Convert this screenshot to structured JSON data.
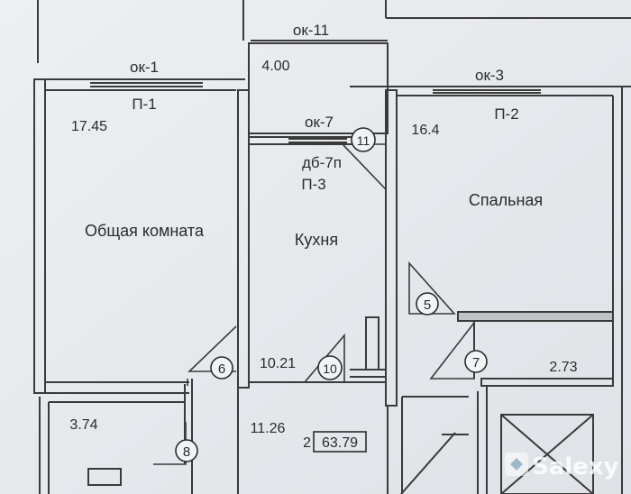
{
  "labels": {
    "window_1": "ок-1",
    "window_11": "ок-11",
    "window_3": "ок-3",
    "window_7": "ок-7",
    "beam_1": "П-1",
    "beam_2": "П-2",
    "beam_3": "П-3",
    "balcony_door": "дб-7п"
  },
  "rooms": {
    "living": {
      "name": "Общая комната",
      "area": "17.45"
    },
    "bedroom": {
      "name": "Спальная",
      "area": "16.4"
    },
    "kitchen": {
      "name": "Кухня",
      "area": "10.21"
    },
    "loggia": {
      "area": "4.00"
    },
    "hall": {
      "area": "11.26"
    },
    "storage": {
      "area": "3.74"
    },
    "bathroom": {
      "area": "2.73"
    }
  },
  "apartment": {
    "rooms": "2",
    "total_area": "63.79"
  },
  "markers": [
    "5",
    "6",
    "7",
    "8",
    "10",
    "11"
  ],
  "watermark": "Salexy",
  "colors": {
    "ink": "#2b2b2b",
    "paper": "#e9ebee",
    "watermark": "#ffffff"
  }
}
